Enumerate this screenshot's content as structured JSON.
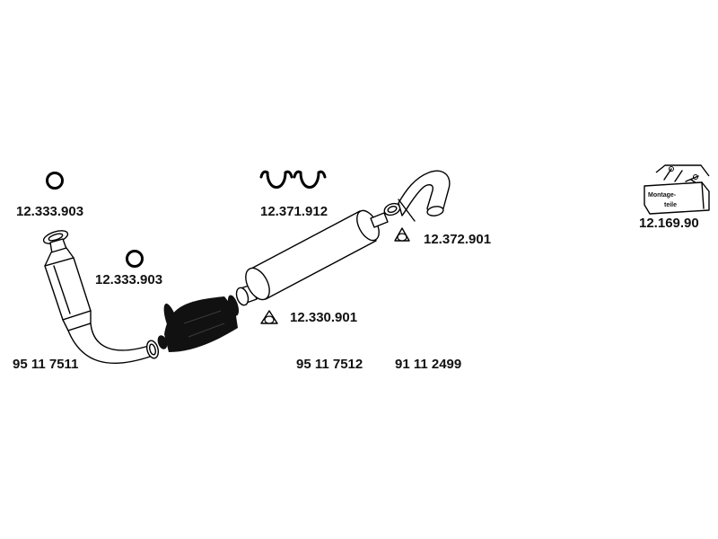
{
  "labels": {
    "ring_upper": "12.333.903",
    "ring_lower": "12.333.903",
    "front_pipe": "95 11 7511",
    "clamps": "12.371.912",
    "flange_gasket_rear": "12.372.901",
    "flange_gasket_mid": "12.330.901",
    "middle_silencer": "95 11 7512",
    "rear_part": "91 11 2499",
    "mounting_kit": "12.169.90",
    "kit_text_line1": "Montage-",
    "kit_text_line2": "teile"
  },
  "colors": {
    "line": "#000000",
    "fill": "#ffffff",
    "text": "#111111"
  }
}
